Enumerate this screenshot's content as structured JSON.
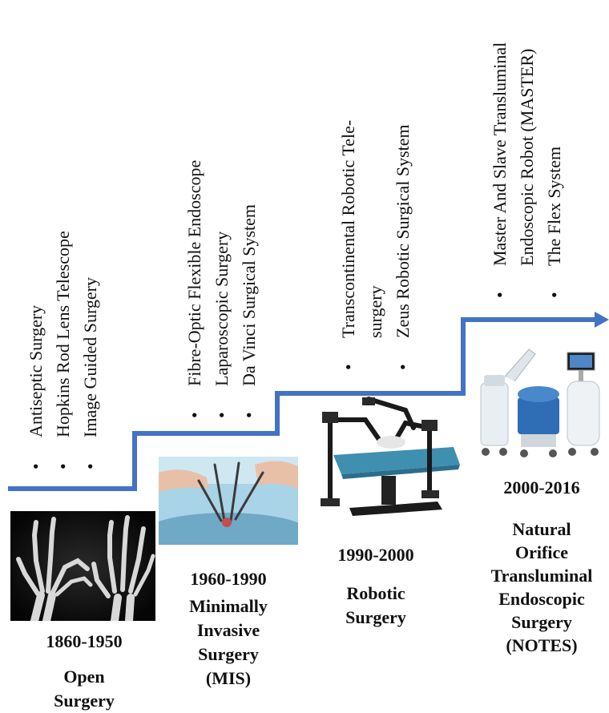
{
  "colors": {
    "arrow": "#4472c4"
  },
  "eras": [
    {
      "period": "1860-1950",
      "name": [
        "Open",
        "Surgery"
      ],
      "items": [
        "Antiseptic Surgery",
        "Hopkins Rod Lens Telescope",
        "Image  Guided Surgery"
      ],
      "image": "hand-xray"
    },
    {
      "period": "1960-1990",
      "name": [
        "Minimally",
        "Invasive",
        "Surgery",
        "(MIS)"
      ],
      "items": [
        "Fibre-Optic Flexible Endoscope",
        "Laparoscopic Surgery",
        "Da Vinci Surgical System"
      ],
      "image": "laparoscopic-surgery-photo"
    },
    {
      "period": "1990-2000",
      "name": [
        "Robotic",
        "Surgery"
      ],
      "items": [
        "Transcontinental  Robotic Tele-",
        "surgery",
        "Zeus  Robotic Surgical System"
      ],
      "image": "zeus-robot-photo"
    },
    {
      "period": "2000-2016",
      "name": [
        "Natural",
        "Orifice",
        "Transluminal",
        "Endoscopic",
        "Surgery",
        "(NOTES)"
      ],
      "items": [
        "Master And Slave Transluminal",
        "Endoscopic Robot (MASTER)",
        "The Flex System"
      ],
      "image": "flex-system-photo"
    }
  ]
}
